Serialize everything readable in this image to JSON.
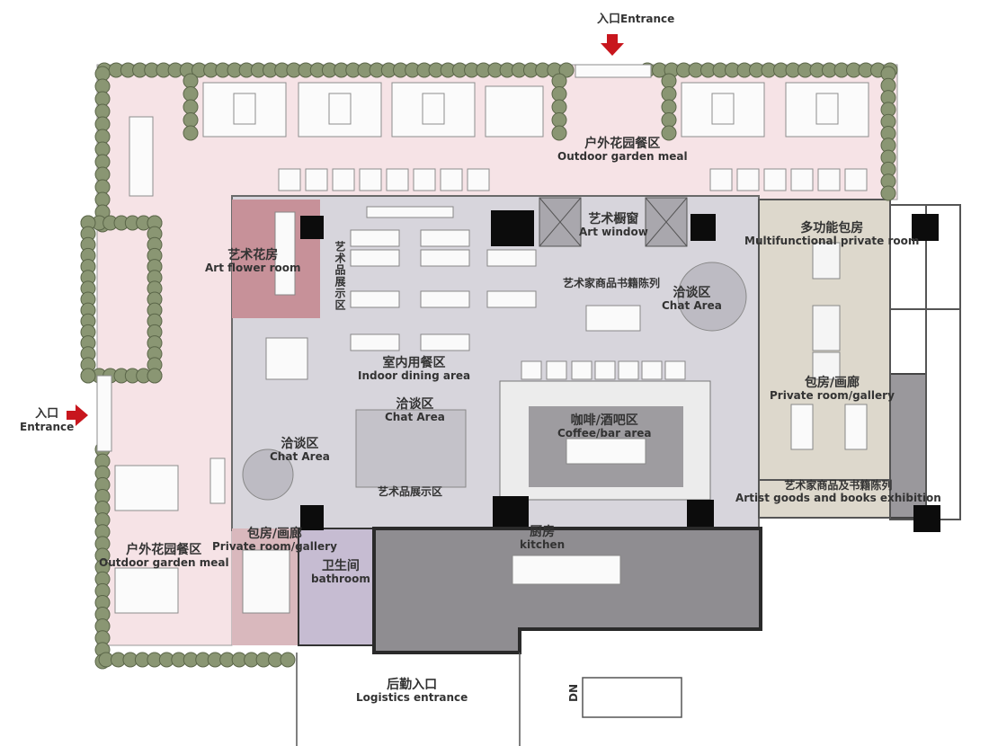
{
  "colors": {
    "garden": "#f6e3e6",
    "indoor": "#d7d5dc",
    "kitchen": "#8f8d91",
    "bathroom": "#c6bcd2",
    "flower_room": "#c79199",
    "private_room": "#ddd8cc",
    "gallery_room": "#d9b8bd",
    "hedge": "#8a9673",
    "wall": "#3a3a3a",
    "arrow": "#c8161d"
  },
  "entrances": {
    "top": {
      "zh": "入口",
      "en": "Entrance"
    },
    "left": {
      "zh": "入口",
      "en": "Entrance"
    },
    "logistics": {
      "zh": "后勤入口",
      "en": "Logistics entrance"
    }
  },
  "areas": {
    "outdoor_top": {
      "zh": "户外花园餐区",
      "en": "Outdoor garden meal"
    },
    "outdoor_left": {
      "zh": "户外花园餐区",
      "en": "Outdoor garden meal"
    },
    "art_flower": {
      "zh": "艺术花房",
      "en": "Art flower room"
    },
    "art_display_vertical": "艺术品展示区",
    "art_window": {
      "zh": "艺术橱窗",
      "en": "Art window"
    },
    "artist_books": "艺术家商品书籍陈列",
    "chat_right": {
      "zh": "洽谈区",
      "en": "Chat Area"
    },
    "multifunctional": {
      "zh": "多功能包房",
      "en": "Multifunctional private room"
    },
    "indoor_dining": {
      "zh": "室内用餐区",
      "en": "Indoor dining area"
    },
    "chat_center": {
      "zh": "洽谈区",
      "en": "Chat Area"
    },
    "chat_left": {
      "zh": "洽谈区",
      "en": "Chat Area"
    },
    "art_display_bottom": "艺术品展示区",
    "coffee_bar": {
      "zh": "咖啡/酒吧区",
      "en": "Coffee/bar area"
    },
    "private_gallery_right": {
      "zh": "包房/画廊",
      "en": "Private room/gallery"
    },
    "artist_goods": {
      "zh": "艺术家商品及书籍陈列",
      "en": "Artist goods and books exhibition"
    },
    "private_gallery_left": {
      "zh": "包房/画廊",
      "en": "Private room/gallery"
    },
    "bathroom": {
      "zh": "卫生间",
      "en": "bathroom"
    },
    "kitchen": {
      "zh": "厨房",
      "en": "kitchen"
    },
    "stairs_dn": "DN"
  }
}
